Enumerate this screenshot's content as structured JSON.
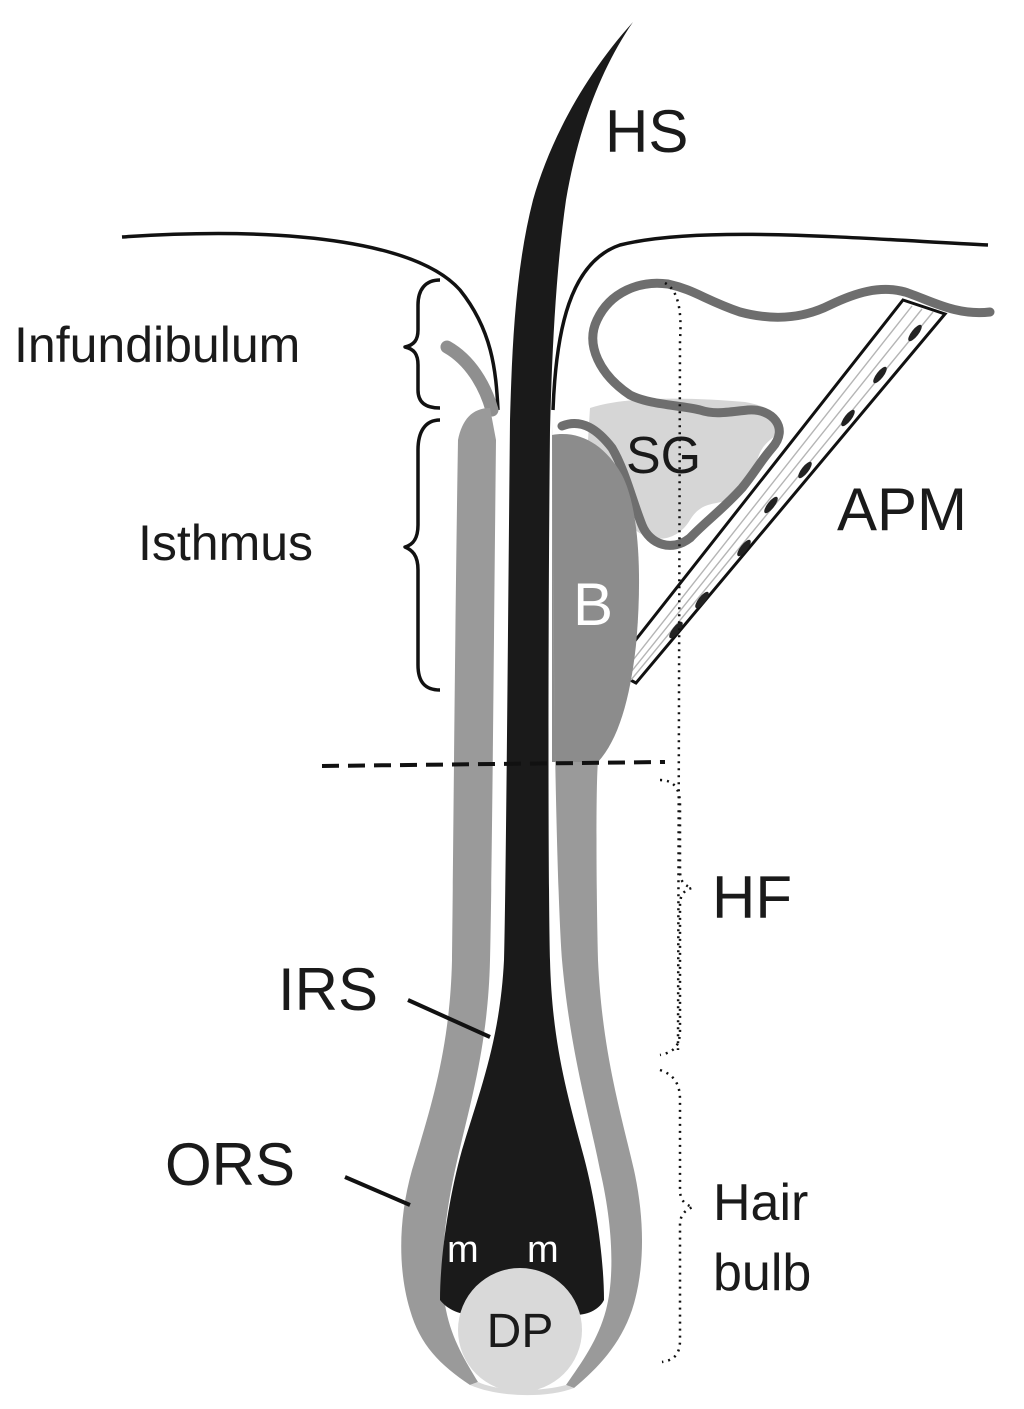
{
  "labels": {
    "hs": "HS",
    "infundibulum": "Infundibulum",
    "isthmus": "Isthmus",
    "sg": "SG",
    "apm": "APM",
    "b": "B",
    "hf": "HF",
    "irs": "IRS",
    "ors": "ORS",
    "hair": "Hair",
    "bulb": "bulb",
    "m_left": "m",
    "m_right": "m",
    "dp": "DP"
  },
  "colors": {
    "background": "#ffffff",
    "hair_shaft": "#1a1a1a",
    "outer_root_sheath": "#9a9a9a",
    "bulge": "#8c8c8c",
    "sebaceous_gland_fill": "#d6d6d6",
    "sebaceous_gland_outline": "#6e6e6e",
    "dermal_papilla": "#d9d9d9",
    "line": "#111111"
  }
}
